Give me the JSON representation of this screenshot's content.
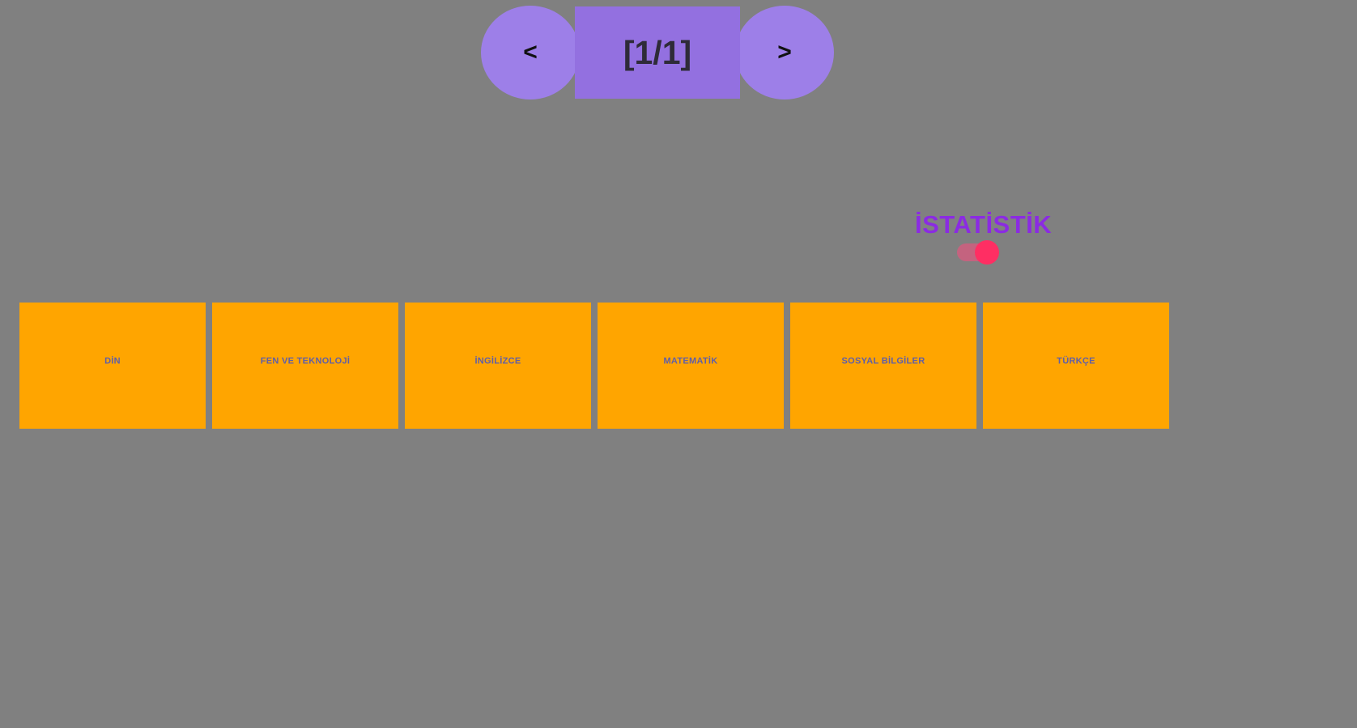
{
  "background_color": "#808080",
  "pagination": {
    "prev_label": "<",
    "page_indicator": "[1/1]",
    "next_label": ">",
    "button_color": "#9d7fe8",
    "indicator_color": "#9370e0"
  },
  "statistic": {
    "label": "İSTATİSTİK",
    "label_color": "#8b2be2",
    "toggle_state": "on",
    "toggle_knob_color": "#ff2e63",
    "toggle_track_color": "#c4637f"
  },
  "subjects": {
    "card_color": "#ffa500",
    "label_color": "#5f5fa8",
    "items": [
      {
        "label": "DİN"
      },
      {
        "label": "FEN VE TEKNOLOJİ"
      },
      {
        "label": "İNGİLİZCE"
      },
      {
        "label": "MATEMATİK"
      },
      {
        "label": "SOSYAL BİLGİLER"
      },
      {
        "label": "TÜRKÇE"
      }
    ]
  }
}
